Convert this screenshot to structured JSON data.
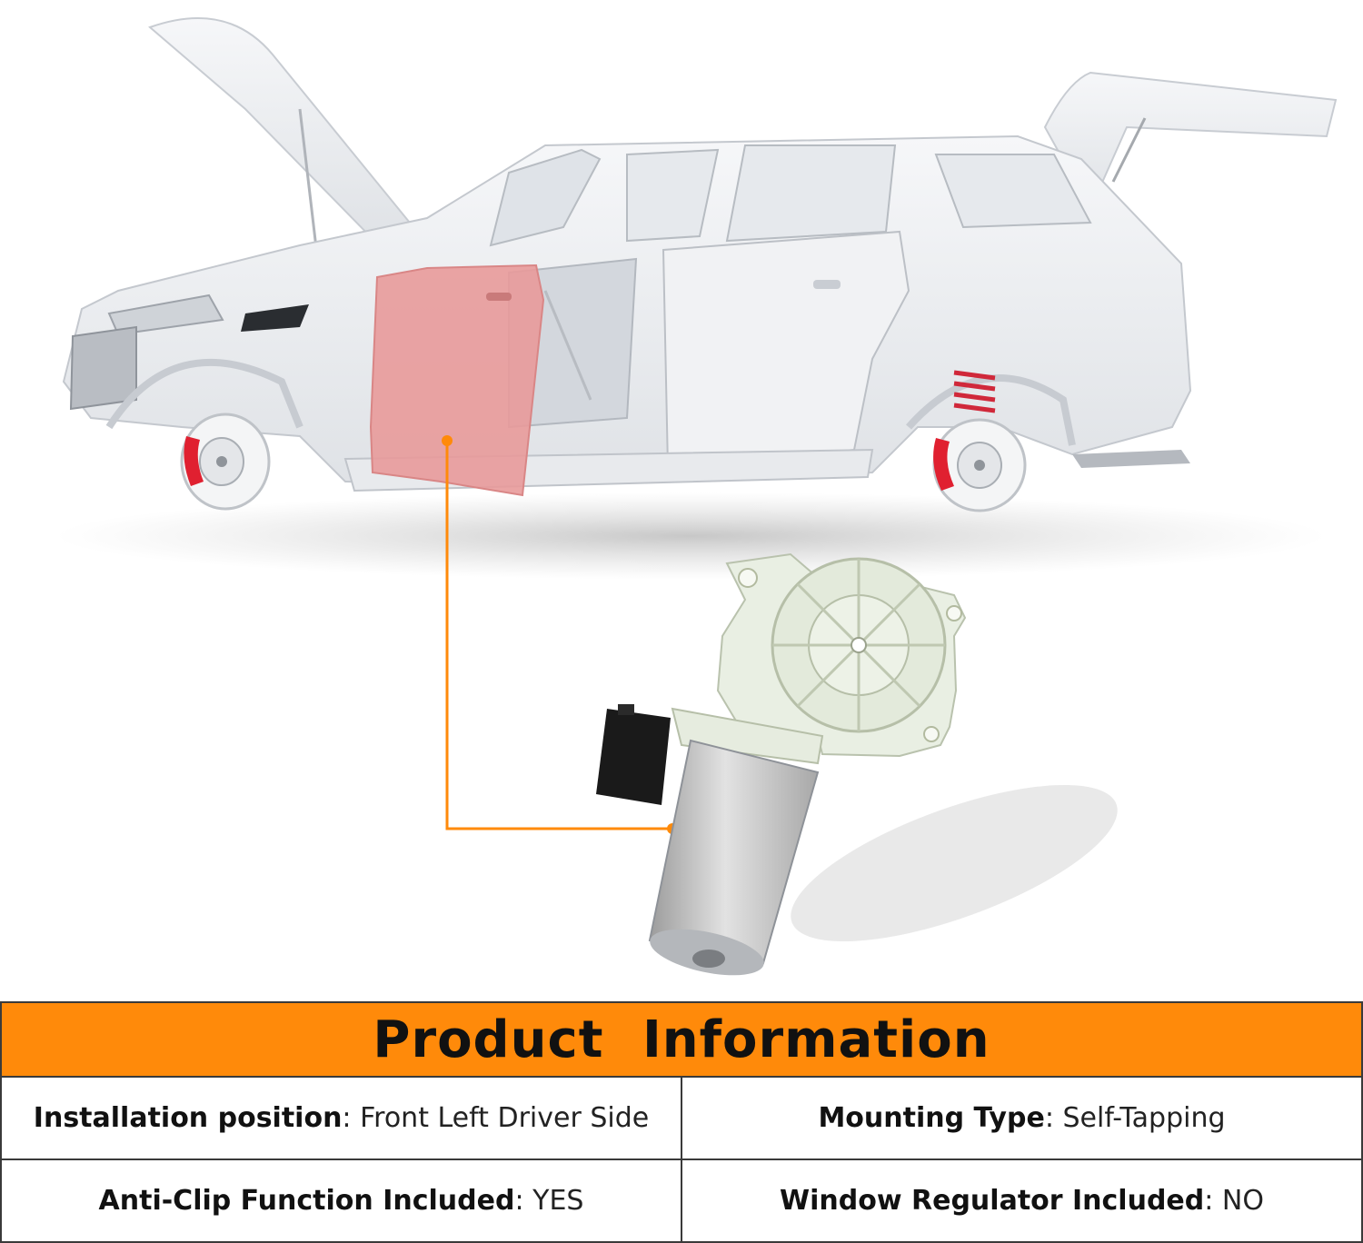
{
  "header": {
    "title": "Product  Information"
  },
  "specs": [
    [
      {
        "label": "Installation position",
        "value": "Front Left Driver Side"
      },
      {
        "label": "Mounting Type",
        "value": "Self-Tapping"
      }
    ],
    [
      {
        "label": "Anti-Clip Function Included",
        "value": "YES"
      },
      {
        "label": "Window Regulator Included",
        "value": "NO"
      }
    ]
  ],
  "colors": {
    "accent": "#ff8a0a",
    "highlight_door": "#e89a9a",
    "caliper": "#e02030",
    "motor_housing": "#e9efe3",
    "motor_can": "#c9c9c9",
    "connector": "#1a1a1a"
  },
  "illustration": {
    "highlighted_part": "front-left-door",
    "icons": [
      "car-body-illustration",
      "window-motor-illustration"
    ]
  }
}
